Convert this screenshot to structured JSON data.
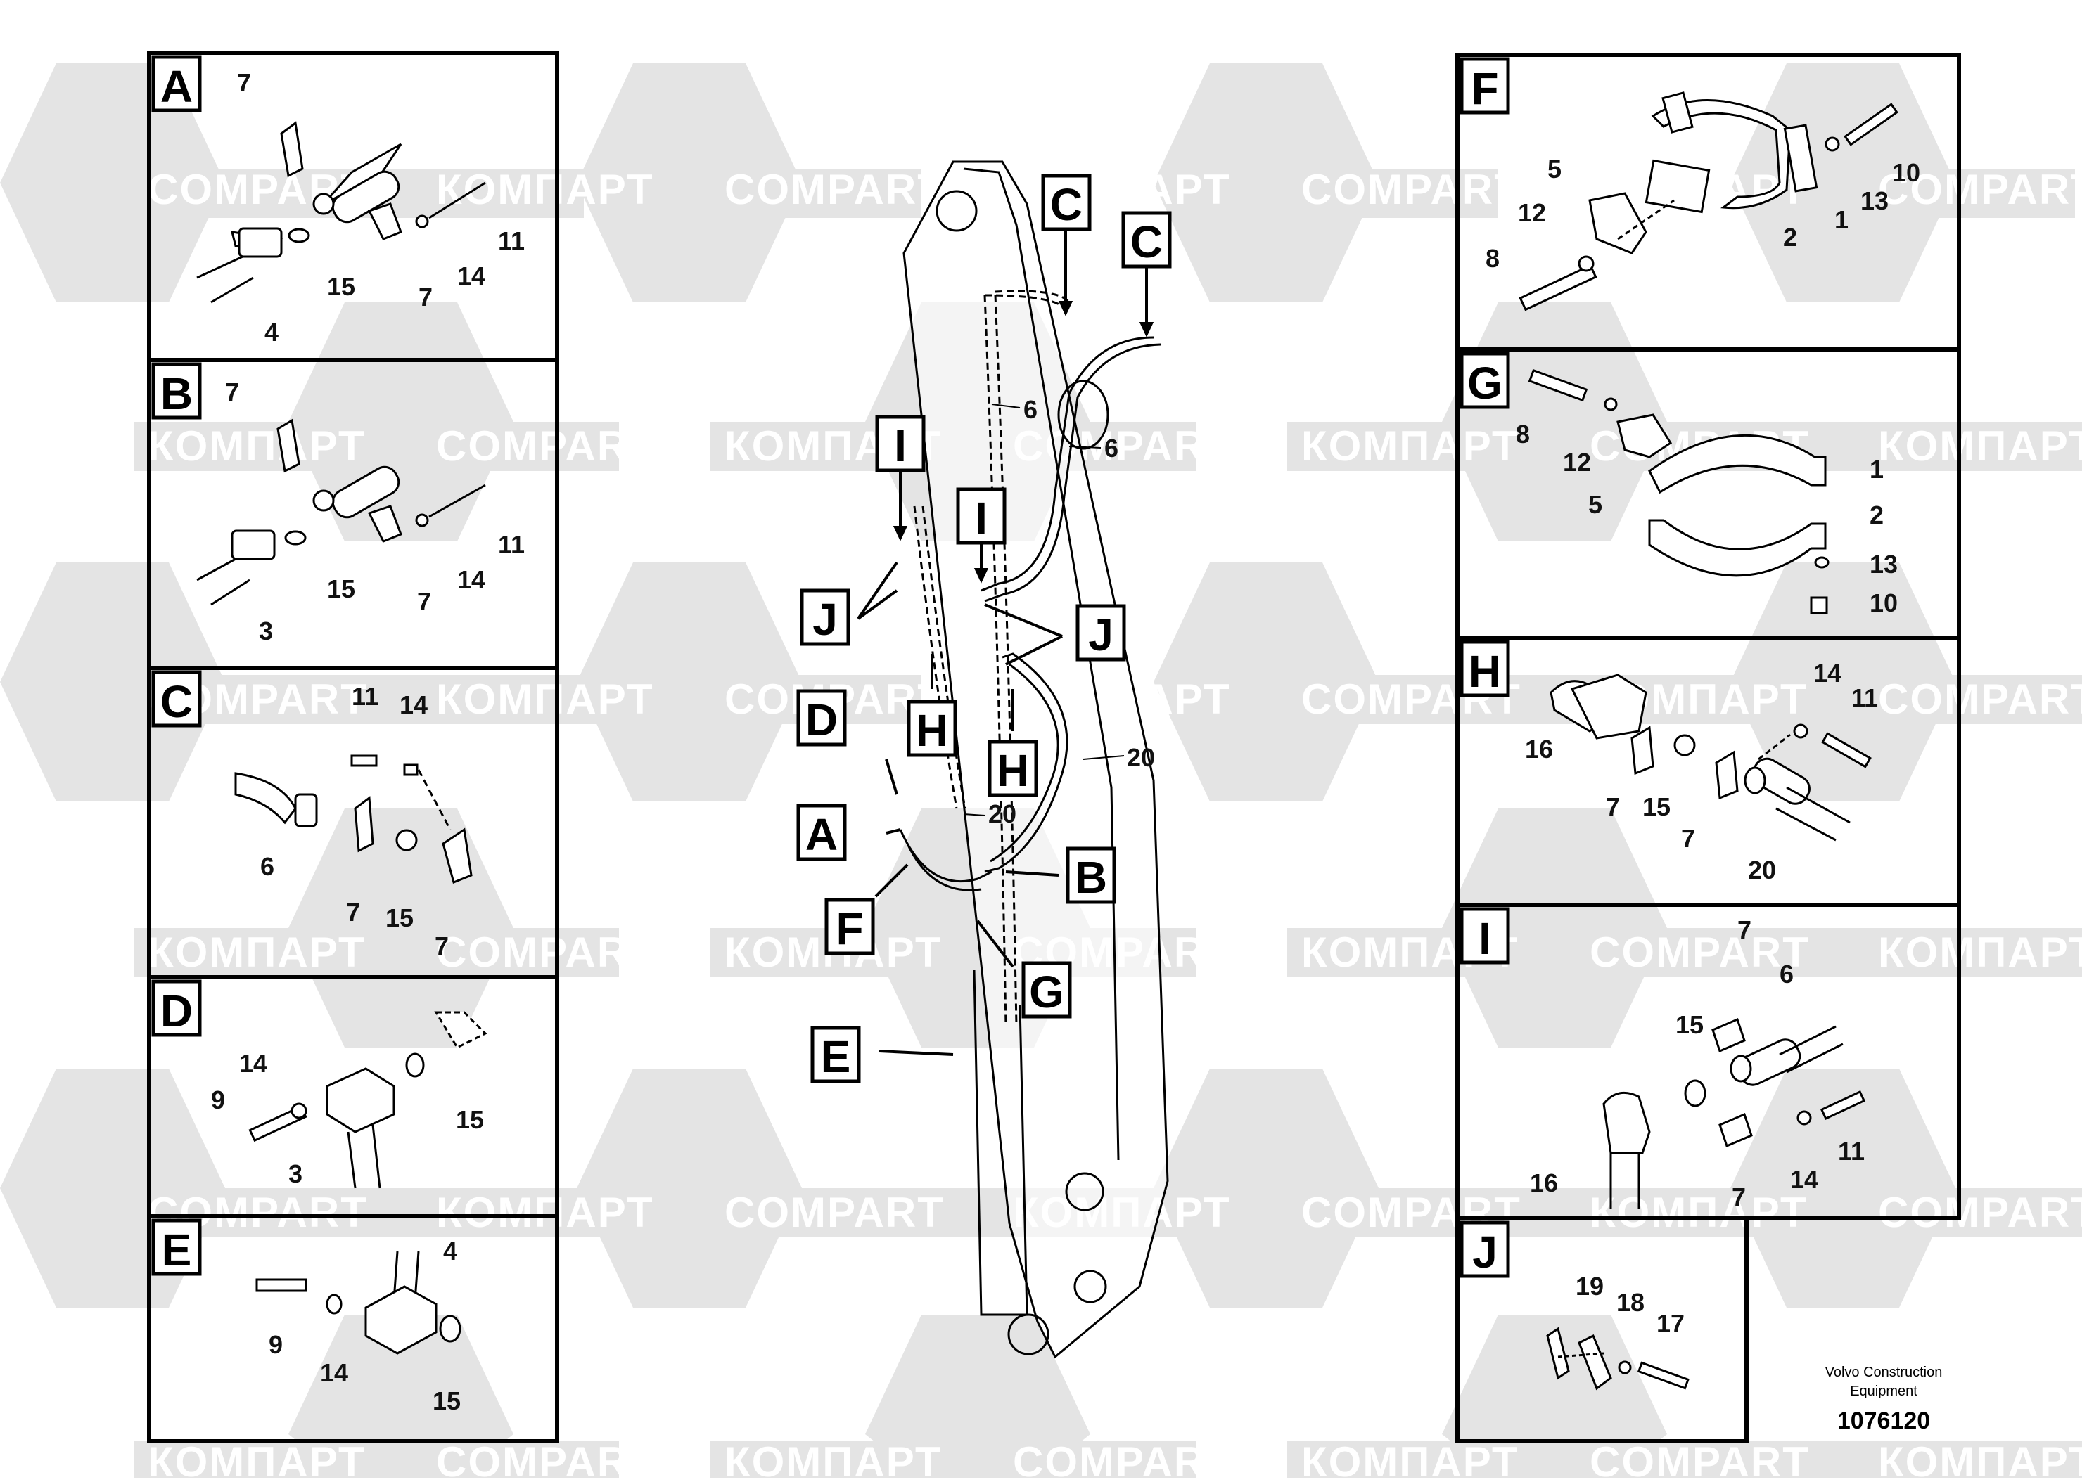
{
  "watermark": {
    "latin": "COMPART",
    "cyrillic": "КОМПАРТ"
  },
  "footer": {
    "line1": "Volvo Construction",
    "line2": "Equipment",
    "id": "1076120"
  },
  "panels": {
    "A": {
      "tag": "A",
      "labels": [
        "7",
        "15",
        "7",
        "14",
        "11",
        "4"
      ]
    },
    "B": {
      "tag": "B",
      "labels": [
        "7",
        "15",
        "7",
        "14",
        "11",
        "3"
      ]
    },
    "C": {
      "tag": "C",
      "labels": [
        "11",
        "14",
        "6",
        "7",
        "15",
        "7"
      ]
    },
    "D": {
      "tag": "D",
      "labels": [
        "14",
        "9",
        "3",
        "15"
      ]
    },
    "E": {
      "tag": "E",
      "labels": [
        "4",
        "9",
        "14",
        "15"
      ]
    },
    "F": {
      "tag": "F",
      "labels": [
        "5",
        "12",
        "8",
        "10",
        "13",
        "1",
        "2"
      ]
    },
    "G": {
      "tag": "G",
      "labels": [
        "8",
        "12",
        "5",
        "1",
        "2",
        "13",
        "10"
      ]
    },
    "H": {
      "tag": "H",
      "labels": [
        "16",
        "7",
        "15",
        "7",
        "14",
        "11",
        "20"
      ]
    },
    "I": {
      "tag": "I",
      "labels": [
        "7",
        "6",
        "15",
        "16",
        "7",
        "14",
        "11"
      ]
    },
    "J": {
      "tag": "J",
      "labels": [
        "19",
        "18",
        "17"
      ]
    }
  },
  "center": {
    "callouts": [
      "C",
      "C",
      "I",
      "I",
      "J",
      "J",
      "H",
      "H",
      "D",
      "A",
      "F",
      "B",
      "G",
      "E"
    ],
    "part_labels": [
      "6",
      "6",
      "20",
      "20"
    ]
  }
}
